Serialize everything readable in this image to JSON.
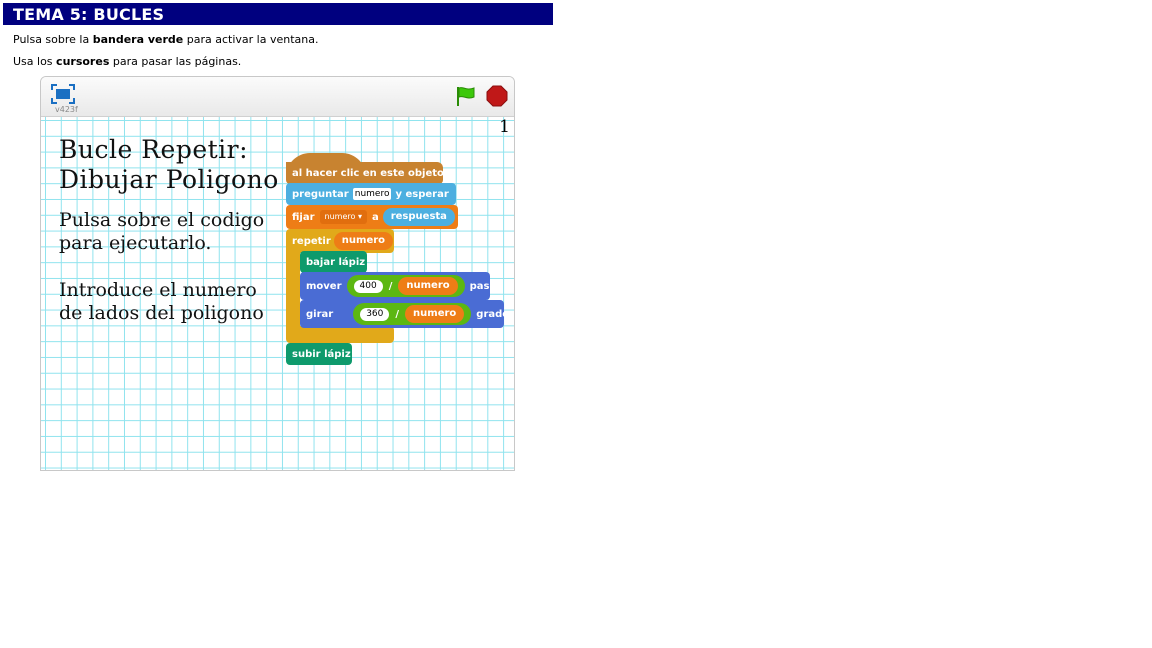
{
  "header": {
    "title": "TEMA 5: BUCLES"
  },
  "instructions": [
    {
      "pre": "Pulsa sobre la ",
      "bold": "bandera verde",
      "post": " para activar la ventana."
    },
    {
      "pre": "Usa los ",
      "bold": "cursores",
      "post": " para pasar las páginas."
    }
  ],
  "player": {
    "version": "v423f",
    "icons": {
      "fullscreen": "fullscreen-icon",
      "flag": "green-flag-icon",
      "stop": "stop-icon"
    },
    "colors": {
      "flag": "#3cc80a",
      "stop": "#c01818",
      "grid": "#8fe3ee"
    }
  },
  "stage": {
    "page_number": "1",
    "heading": "Bucle Repetir:\nDibujar Poligono",
    "text1": "Pulsa sobre el codigo\npara ejecutarlo.",
    "text2": "Introduce el numero\nde lados del poligono"
  },
  "blocks": {
    "when_clicked": "al hacer clic en este objeto",
    "ask": "preguntar",
    "ask_value": "numero",
    "ask_wait": "y esperar",
    "set": "fijar",
    "set_var": "numero",
    "set_to": "a",
    "answer": "respuesta",
    "repeat": "repetir",
    "repeat_var": "numero",
    "pen_down": "bajar lápiz",
    "move": "mover",
    "move_num": "400",
    "move_div": "/",
    "move_var": "numero",
    "move_steps": "pasos",
    "turn": "girar",
    "turn_num": "360",
    "turn_div": "/",
    "turn_var": "numero",
    "turn_degrees": "grados",
    "pen_up": "subir lápiz"
  }
}
